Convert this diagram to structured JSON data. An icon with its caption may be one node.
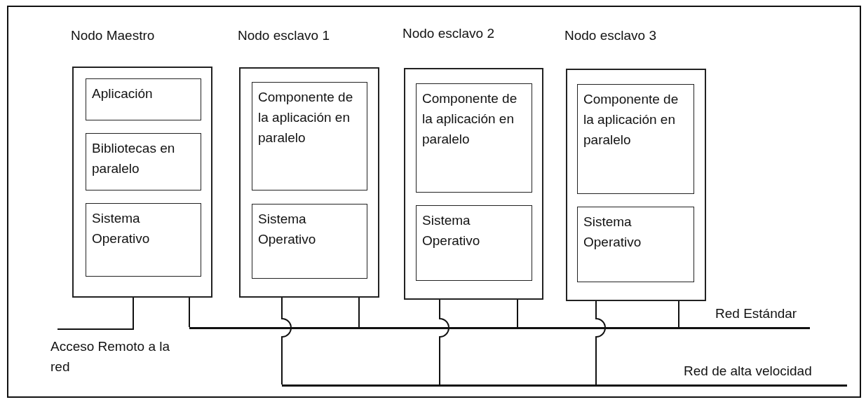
{
  "diagram": {
    "nodes": [
      {
        "text": [
          "Nodo Maestro"
        ]
      },
      {
        "text": [
          "Aplicación"
        ],
        "in": 0
      },
      {
        "text": [
          "Bibliotecas en paralelo"
        ],
        "in": 0
      },
      {
        "text": [
          "Sistema Operativo"
        ],
        "in": 0
      },
      {
        "text": [
          "Nodo esclavo 1"
        ]
      },
      {
        "text": [
          "Componente de la aplicación en paralelo"
        ],
        "in": 4
      },
      {
        "text": [
          "Sistema Operativo"
        ],
        "in": 4
      },
      {
        "text": [
          "Nodo esclavo 2"
        ]
      },
      {
        "text": [
          "Componente de la aplicación en paralelo"
        ],
        "in": 7
      },
      {
        "text": [
          "Sistema Operativo"
        ],
        "in": 7
      },
      {
        "text": [
          "Nodo esclavo 3"
        ]
      },
      {
        "text": [
          "Componente de la aplicación en paralelo"
        ],
        "in": 10
      },
      {
        "text": [
          "Sistema Operativo"
        ],
        "in": 10
      },
      {
        "text": [
          "Acceso Remoto a la red"
        ]
      },
      {
        "text": [],
        "shape": "bar",
        "beside": [
          "Red Estándar"
        ]
      },
      {
        "text": [],
        "shape": "bar",
        "beside": [
          "Red de alta velocidad"
        ]
      }
    ],
    "edges": [
      {
        "from": 0,
        "to": 13,
        "arrow": "none"
      },
      {
        "from": 0,
        "to": 14,
        "arrow": "none"
      },
      {
        "from": 4,
        "to": 15,
        "arrow": "none"
      },
      {
        "from": 4,
        "to": 14,
        "arrow": "none"
      },
      {
        "from": 7,
        "to": 15,
        "arrow": "none"
      },
      {
        "from": 7,
        "to": 14,
        "arrow": "none"
      },
      {
        "from": 10,
        "to": 15,
        "arrow": "none"
      },
      {
        "from": 10,
        "to": 14,
        "arrow": "none"
      }
    ]
  }
}
